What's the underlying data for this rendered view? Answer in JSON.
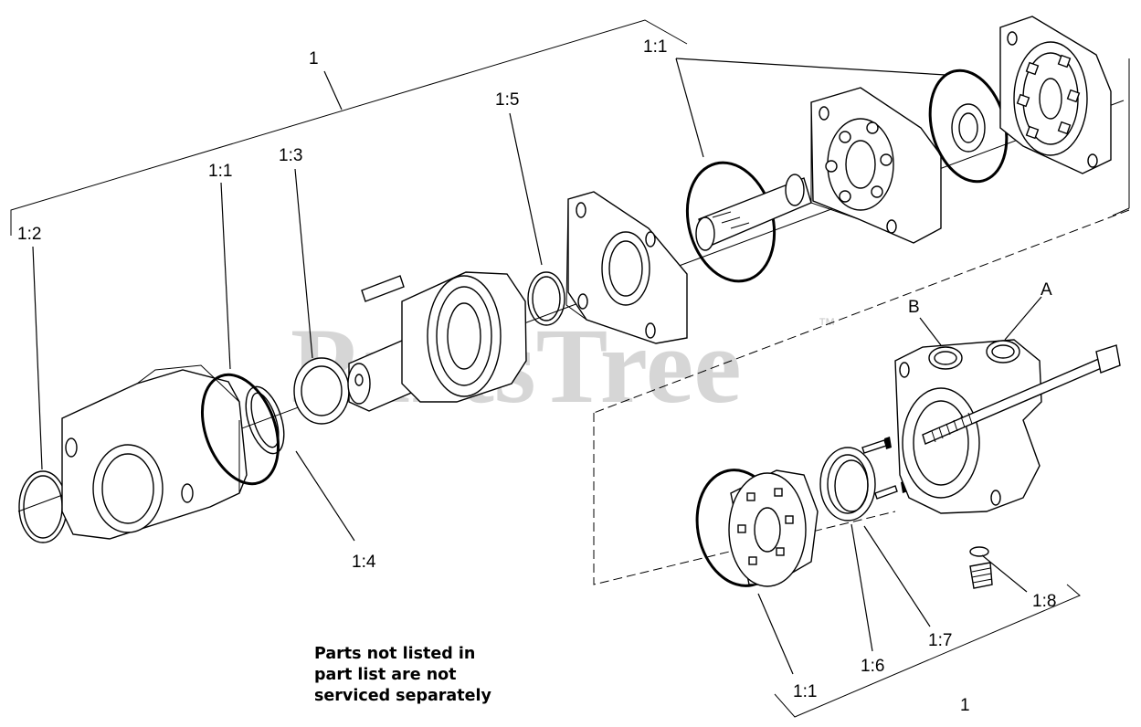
{
  "watermark": {
    "brand": "PartsTree",
    "trademark": "™"
  },
  "note": {
    "lines": [
      "Parts not listed in",
      "part list are not",
      "serviced separately"
    ]
  },
  "callouts": {
    "top_assembly": "1",
    "top_oring": "1:1",
    "left_oring_small": "1:2",
    "left_oring_large": "1:1",
    "thrust_washer": "1:3",
    "seal_ring": "1:4",
    "bearing_seal": "1:5",
    "bottom_oring": "1:1",
    "bottom_seal": "1:6",
    "bottom_washer": "1:7",
    "check_valve": "1:8",
    "bottom_assembly": "1",
    "port_a": "A",
    "port_b": "B"
  }
}
